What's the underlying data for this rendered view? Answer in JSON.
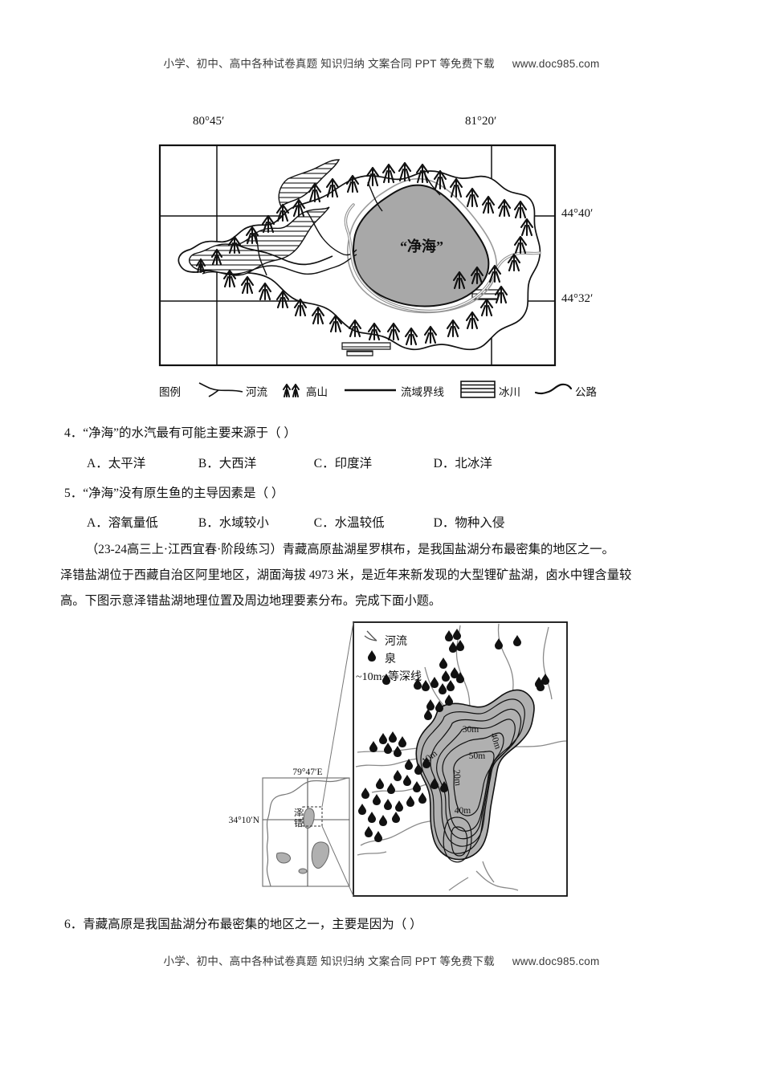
{
  "runners": {
    "header": "小学、初中、高中各种试卷真题 知识归纳 文案合同 PPT 等免费下载",
    "header_url": "www.doc985.com",
    "footer": "小学、初中、高中各种试卷真题 知识归纳 文案合同 PPT 等免费下载",
    "footer_url": "www.doc985.com"
  },
  "figure1": {
    "caption_lake": "“净海”",
    "lon_labels": [
      "80°45′",
      "81°20′"
    ],
    "lat_labels": [
      "44°40′",
      "44°32′"
    ],
    "lake_fill": "#a8a8a8",
    "legend": {
      "title": "图例",
      "items": [
        {
          "symbol": "river-symbol",
          "label": "河流"
        },
        {
          "symbol": "mountain-symbol",
          "label": "高山"
        },
        {
          "symbol": "boundary-symbol",
          "label": "流域界线"
        },
        {
          "symbol": "glacier-symbol",
          "label": "冰川"
        },
        {
          "symbol": "road-symbol",
          "label": "公路"
        }
      ]
    }
  },
  "questions": [
    {
      "number": "4",
      "stem": "4．“净海”的水汽最有可能主要来源于（    ）",
      "options": [
        "A．太平洋",
        "B．大西洋",
        "C．印度洋",
        "D．北冰洋"
      ]
    },
    {
      "number": "5",
      "stem": "5．“净海”没有原生鱼的主导因素是（    ）",
      "options": [
        "A．溶氧量低",
        "B．水域较小",
        "C．水温较低",
        "D．物种入侵"
      ]
    },
    {
      "number": "6",
      "stem": "6．青藏高原是我国盐湖分布最密集的地区之一，主要是因为（    ）",
      "options": []
    }
  ],
  "passage": {
    "source": "（23-24高三上·江西宜春·阶段练习）",
    "line1_rest": "青藏高原盐湖星罗棋布，是我国盐湖分布最密集的地区之一。",
    "line2": "泽错盐湖位于西藏自治区阿里地区，湖面海拔 4973 米，是近年来新发现的大型锂矿盐湖，卤水中锂含量较",
    "line3": "高。下图示意泽错盐湖地理位置及周边地理要素分布。完成下面小题。"
  },
  "figure2": {
    "legend": {
      "items": [
        {
          "symbol": "river-symbol",
          "label": "河流"
        },
        {
          "symbol": "spring-symbol",
          "label": "泉"
        },
        {
          "symbol": "isobath-symbol",
          "label": "~10m~等深线"
        }
      ]
    },
    "contour_labels": [
      "30m",
      "40m",
      "50m",
      "10m",
      "20m",
      "40m"
    ],
    "inset": {
      "lon_label": "79°47′E",
      "lat_label": "34°10′N",
      "lake_name_line1": "泽",
      "lake_name_line2": "错"
    },
    "lake_fill": "#b0b0b0"
  }
}
